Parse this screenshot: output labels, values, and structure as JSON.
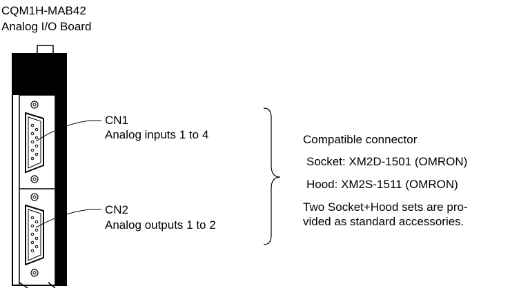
{
  "title": {
    "model": "CQM1H-MAB42",
    "name": "Analog I/O Board"
  },
  "cn1": {
    "label": "CN1",
    "desc": "Analog inputs 1 to 4"
  },
  "cn2": {
    "label": "CN2",
    "desc": "Analog outputs 1 to 2"
  },
  "connector_info": {
    "heading": "Compatible connector",
    "socket": "Socket: XM2D-1501 (OMRON)",
    "hood": "Hood: XM2S-1511 (OMRON)",
    "note_line1": "Two Socket+Hood sets are pro-",
    "note_line2": "vided as standard accessories."
  }
}
